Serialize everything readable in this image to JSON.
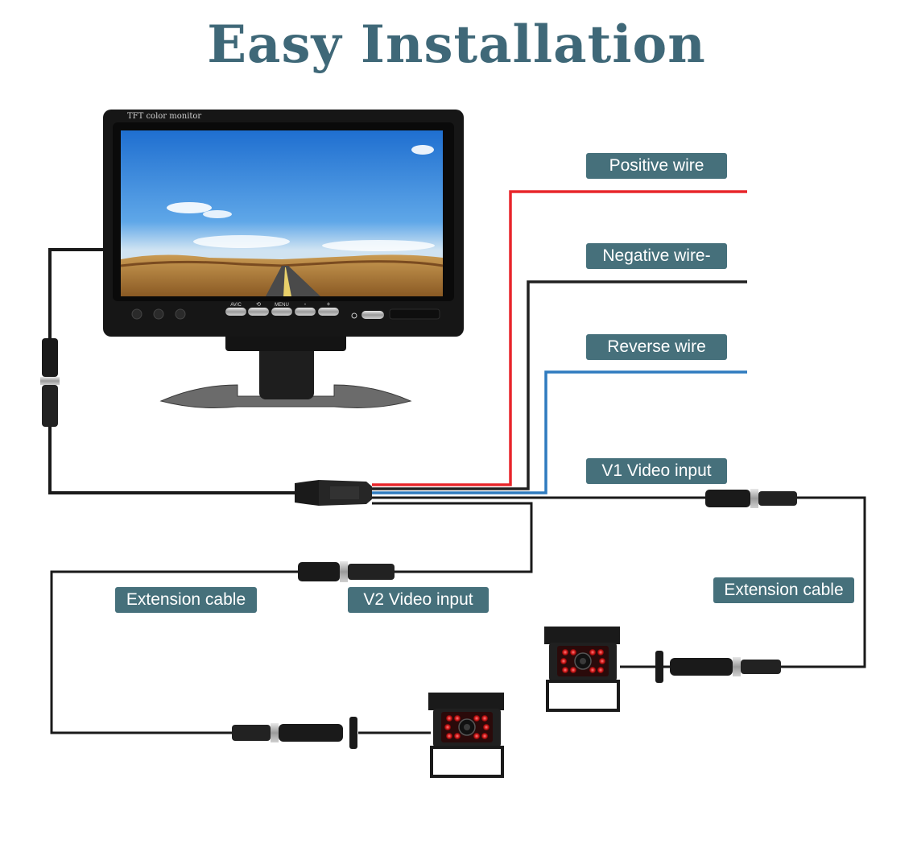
{
  "title": "Easy Installation",
  "monitor": {
    "model_text": "TFT color monitor",
    "buttons": [
      "AV/C",
      "⟲",
      "MENU",
      "-",
      "+"
    ],
    "power_icon": "power-icon"
  },
  "labels": {
    "positive": "Positive wire",
    "negative": "Negative wire-",
    "reverse": "Reverse wire",
    "v1": "V1 Video input",
    "v2": "V2 Video input",
    "ext_left": "Extension cable",
    "ext_right": "Extension cable"
  },
  "colors": {
    "title": "#3f6878",
    "label_bg": "#46707b",
    "positive_wire": "#e8262b",
    "negative_wire": "#222222",
    "reverse_wire": "#2f7bbf",
    "cable": "#1a1a1a"
  }
}
